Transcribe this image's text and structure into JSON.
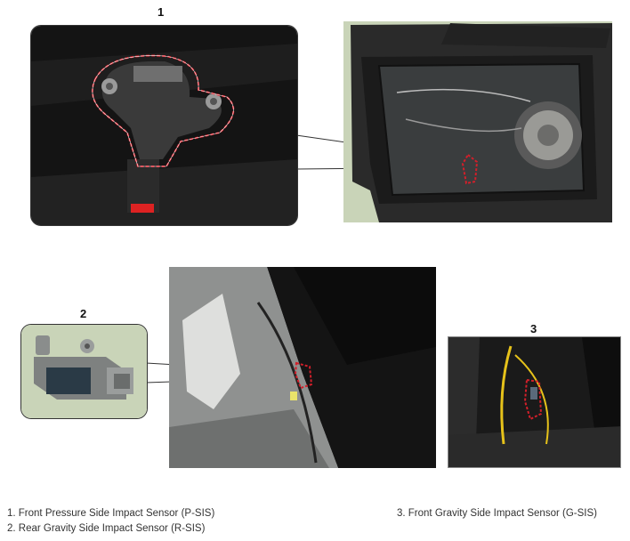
{
  "callout_numbers": [
    "1",
    "2",
    "3"
  ],
  "legend": [
    "1. Front Pressure Side Impact Sensor (P-SIS)",
    "2. Rear Gravity Side Impact Sensor (R-SIS)",
    "3. Front Gravity Side Impact Sensor (G-SIS)"
  ],
  "colors": {
    "background_green": "#c9d4b8",
    "highlight_red": "#d21f2a",
    "sensor_gray": "#8a8d8c"
  }
}
